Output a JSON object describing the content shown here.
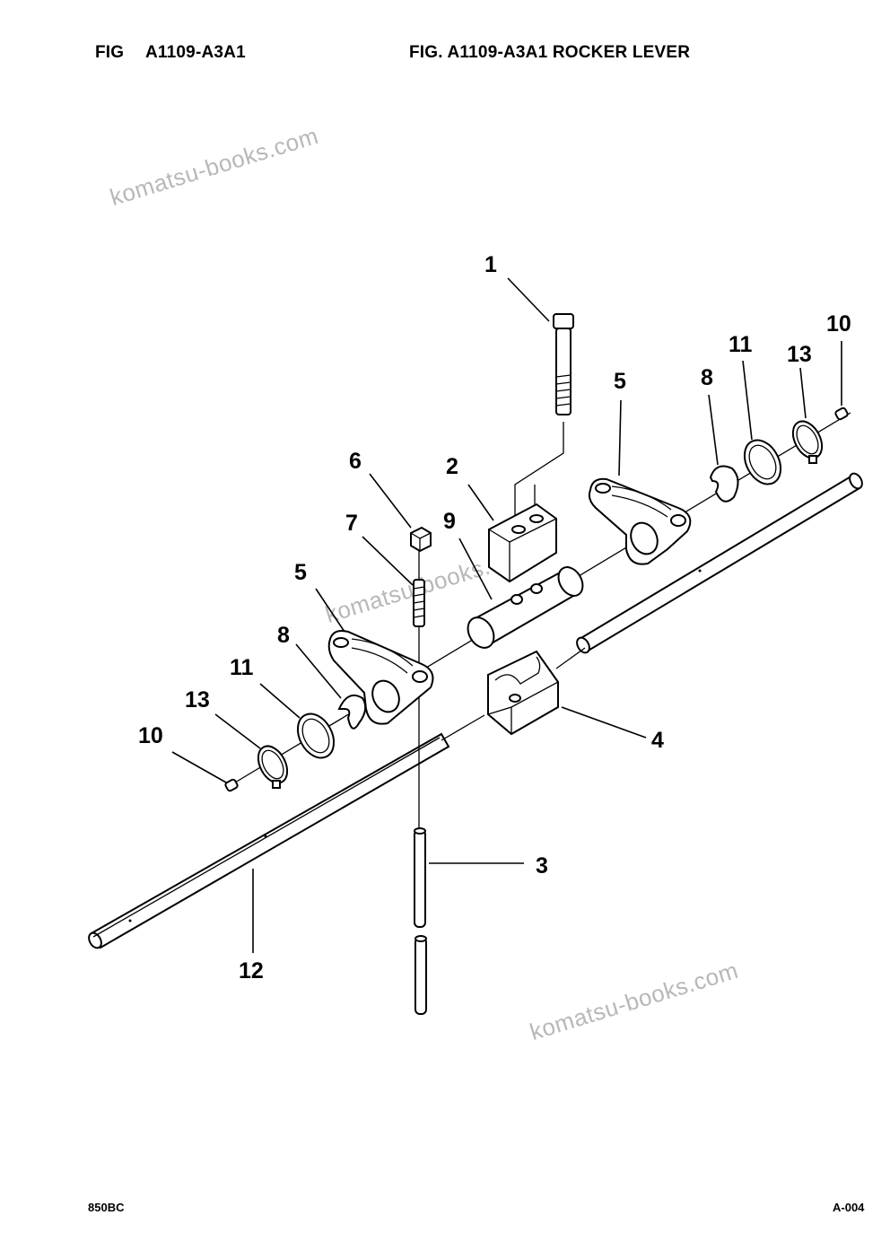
{
  "header": {
    "fig_label": "FIG",
    "fig_code": "A1109-A3A1",
    "title": "FIG. A1109-A3A1 ROCKER LEVER"
  },
  "footer": {
    "model": "850BC",
    "page": "A-004"
  },
  "watermark": {
    "text": "komatsu-books.com"
  },
  "callouts": {
    "c1": "1",
    "c2": "2",
    "c3": "3",
    "c4": "4",
    "c5a": "5",
    "c5b": "5",
    "c6": "6",
    "c7": "7",
    "c8a": "8",
    "c8b": "8",
    "c9": "9",
    "c10a": "10",
    "c10b": "10",
    "c11a": "11",
    "c11b": "11",
    "c12": "12",
    "c13a": "13",
    "c13b": "13"
  }
}
